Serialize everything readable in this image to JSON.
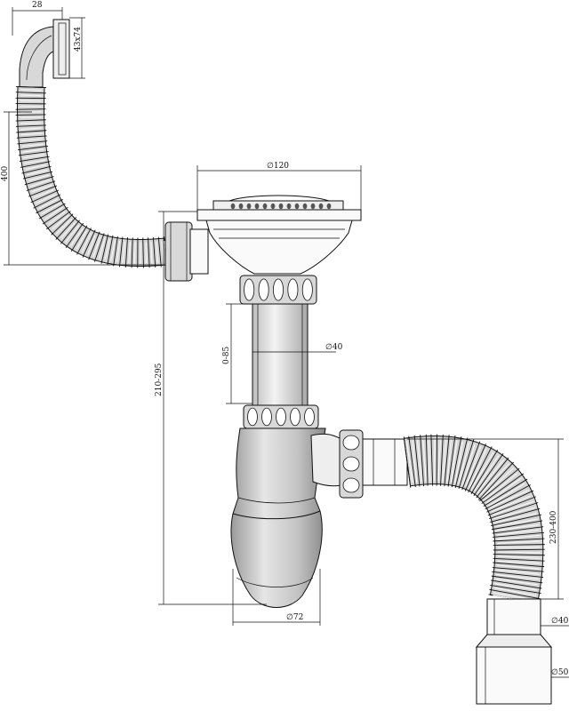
{
  "dimensions": {
    "overflow_width": "28",
    "overflow_plate": "43x74",
    "overflow_hose_length": "400",
    "strainer_diameter": "∅120",
    "tube_adjust": "0-85",
    "tube_diameter": "∅40",
    "total_height": "210-295",
    "bottle_diameter": "∅72",
    "outlet_hose_length": "230-400",
    "outlet_diameter_inner": "∅40",
    "outlet_diameter_outer": "∅50"
  }
}
